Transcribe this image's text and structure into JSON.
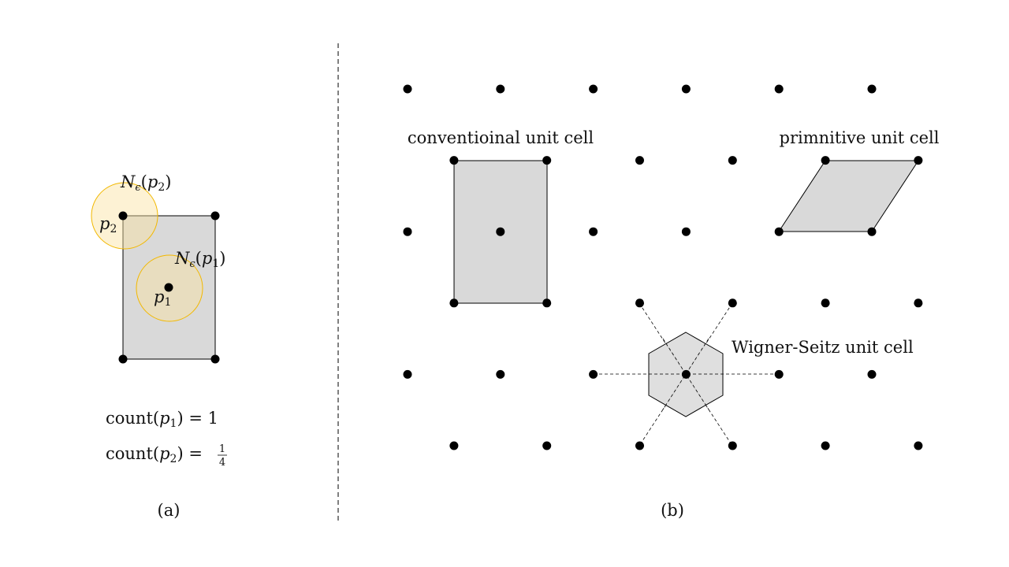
{
  "panel_a": {
    "caption": "(a)",
    "point_p1_label": "p",
    "point_p1_sub": "1",
    "point_p2_label": "p",
    "point_p2_sub": "2",
    "neighborhood_p1": {
      "N": "N",
      "eps": "ϵ",
      "arg": "(p",
      "sub": "1",
      "close": ")"
    },
    "neighborhood_p2": {
      "N": "N",
      "eps": "ϵ",
      "arg": "(p",
      "sub": "2",
      "close": ")"
    },
    "count_p1": {
      "prefix": "count(",
      "var": "p",
      "sub": "1",
      "suffix": ") = ",
      "value": "1"
    },
    "count_p2": {
      "prefix": "count(",
      "var": "p",
      "sub": "2",
      "suffix": ") = ",
      "num": "1",
      "den": "4"
    },
    "colors": {
      "cell_fill": "#d9d9d9",
      "circle_fill": "#fde9a8",
      "circle_stroke": "#f0b400"
    }
  },
  "panel_b": {
    "caption": "(b)",
    "labels": {
      "conventional": "conventioinal unit cell",
      "primitive": "primnitive unit cell",
      "wigner_seitz": "Wigner-Seitz unit cell"
    },
    "lattice": {
      "rows": 6,
      "cols": 6,
      "type": "centered-rectangular (alternating offset rows)"
    },
    "colors": {
      "cell_fill": "#d9d9d9"
    }
  }
}
